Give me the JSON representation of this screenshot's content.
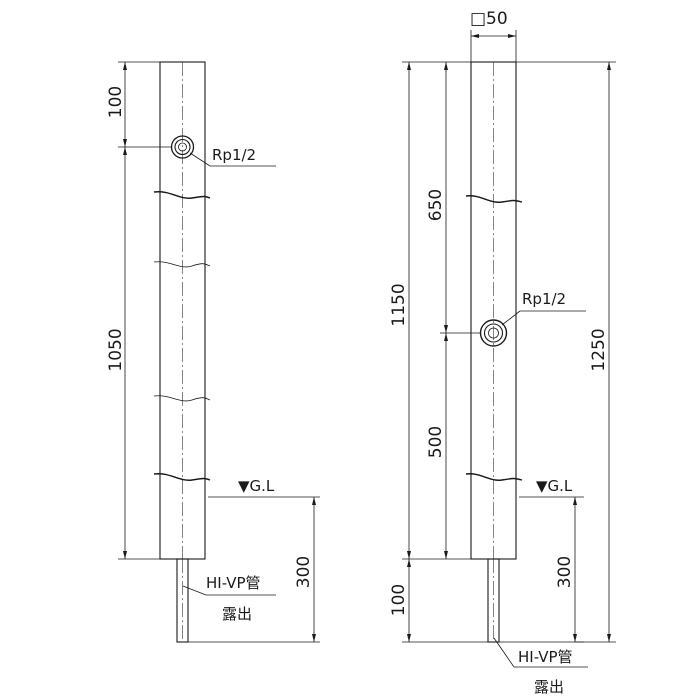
{
  "left_view": {
    "dim_top": "100",
    "dim_main": "1050",
    "dim_buried": "300",
    "outlet_label": "Rp1/2",
    "ground_label": "▼G.L",
    "pipe_label": "HI-VP管",
    "pipe_label_2": "露出"
  },
  "right_view": {
    "width_label": "□50",
    "dim_upper": "650",
    "dim_lower": "500",
    "dim_main": "1150",
    "dim_total": "1250",
    "dim_bottom": "100",
    "dim_buried": "300",
    "outlet_label": "Rp1/2",
    "ground_label": "▼G.L",
    "pipe_label": "HI-VP管",
    "pipe_label_2": "露出"
  }
}
